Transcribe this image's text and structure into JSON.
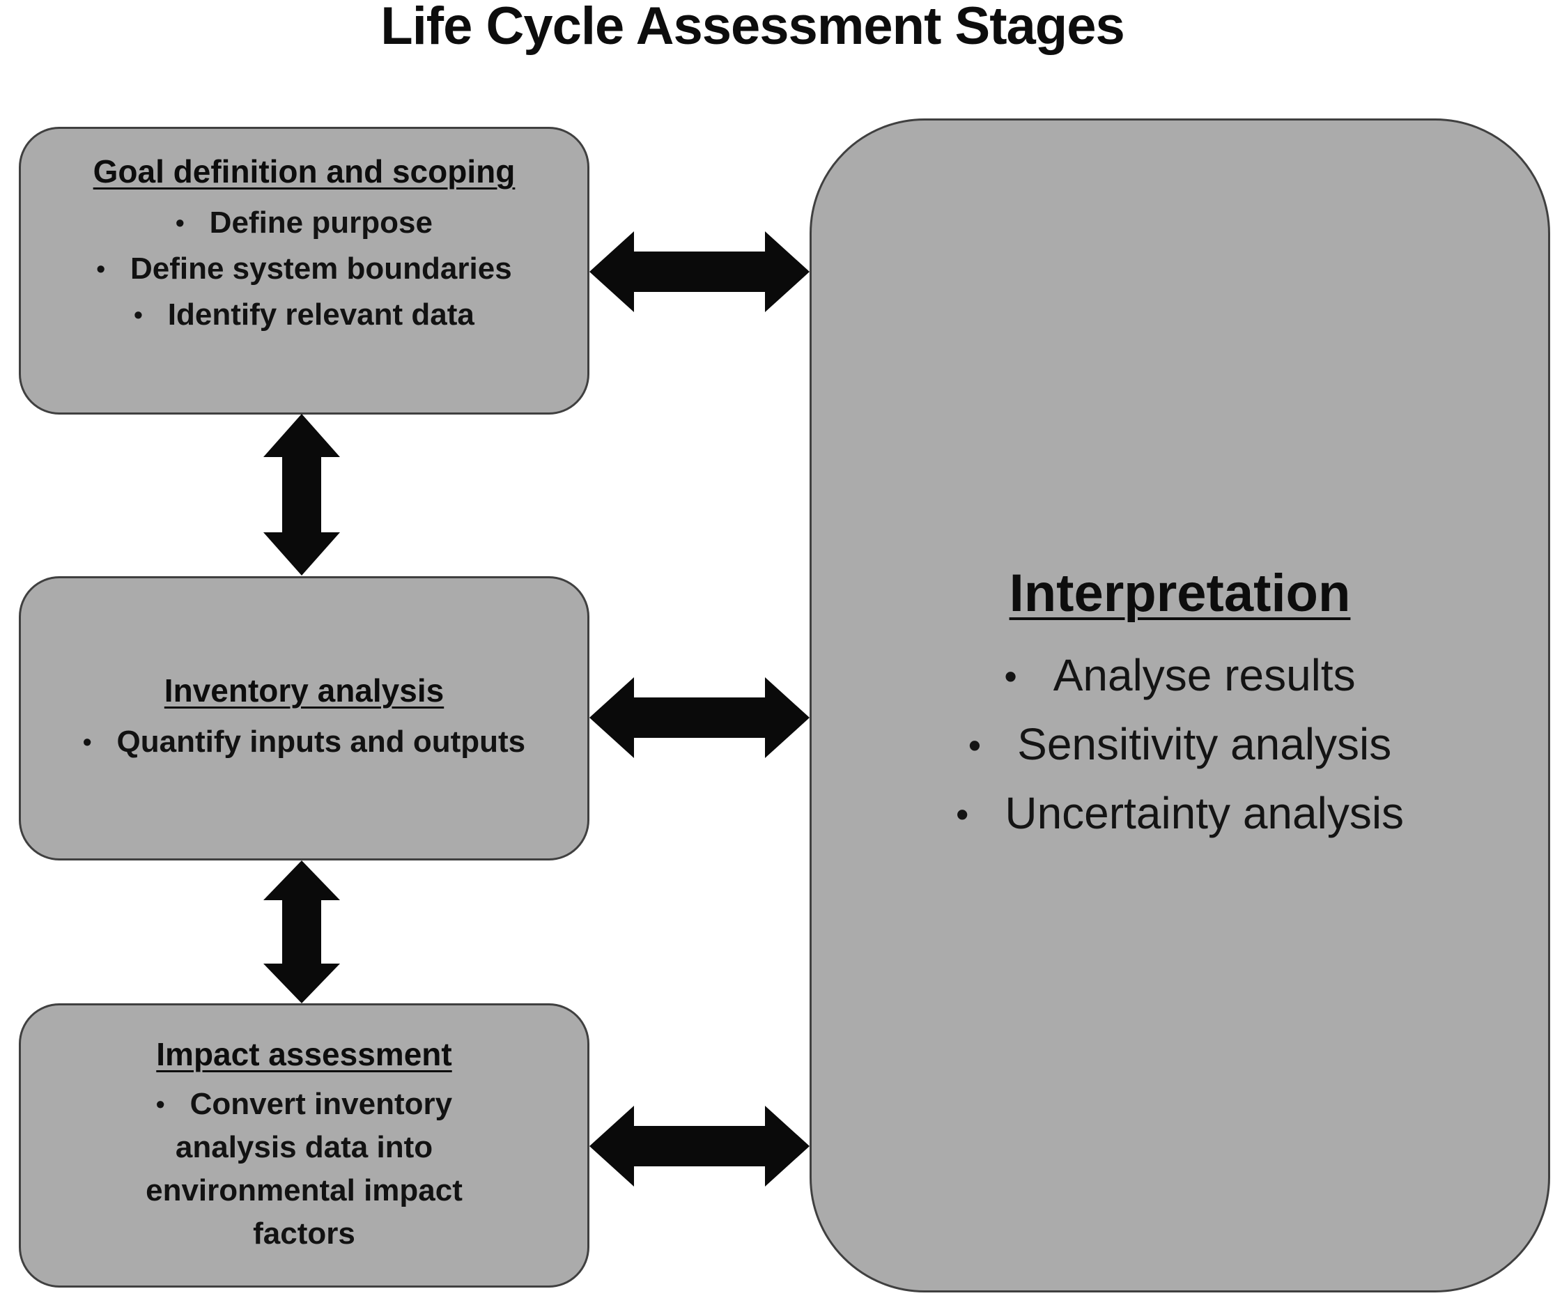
{
  "title": "Life Cycle Assessment Stages",
  "bullet_char": "•",
  "boxes": {
    "goal": {
      "heading": "Goal definition and scoping",
      "bullets": [
        "Define purpose",
        "Define system boundaries",
        "Identify relevant data"
      ]
    },
    "inventory": {
      "heading": "Inventory analysis",
      "bullets": [
        "Quantify inputs and outputs"
      ]
    },
    "impact": {
      "heading": "Impact assessment",
      "bullets": [
        "Convert inventory analysis data into environmental impact factors"
      ]
    },
    "interpretation": {
      "heading": "Interpretation",
      "bullets": [
        "Analyse results",
        "Sensitivity analysis",
        "Uncertainty analysis"
      ]
    }
  },
  "colors": {
    "box_fill": "#ababab",
    "box_border": "#404040",
    "arrow": "#0a0a0a",
    "text": "#111111",
    "background": "#ffffff"
  }
}
